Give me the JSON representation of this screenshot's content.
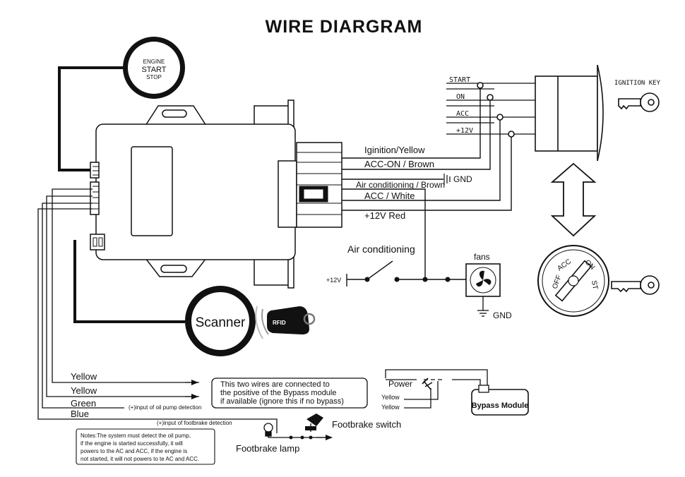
{
  "title": "WIRE DIARGRAM",
  "start_button": {
    "line1": "ENGINE",
    "line2": "START",
    "line3": "STOP"
  },
  "ignition_key": {
    "label": "IGNITION KEY",
    "terminals": [
      "START",
      "ON",
      "ACC",
      "+12V"
    ],
    "dial": {
      "off": "OFF",
      "acc": "ACC",
      "on": "ON",
      "st": "ST"
    }
  },
  "wires": {
    "ignition": "Iginition/Yellow",
    "acc_on": "ACC-ON / Brown",
    "gnd": "GND",
    "air_conditioning": "Air conditioning / Brown",
    "acc_white": "ACC / White",
    "red": "+12V  Red"
  },
  "ac_circuit": {
    "label": "Air conditioning",
    "v12": "+12V",
    "fans": "fans",
    "gnd": "GND"
  },
  "scanner": {
    "label": "Scanner",
    "rfid": "RFID"
  },
  "bottom_wires": {
    "yellow1": "Yellow",
    "yellow2": "Yellow",
    "green": "Green",
    "blue": "Blue",
    "oil_pump_note": "(+)input of oil pump detection",
    "footbrake_note": "(+)input of footbrake detection"
  },
  "bypass_note": {
    "line1": "This two wires are connected to",
    "line2": "the positive of the Bypass module",
    "line3": "if available (ignore this if no bypass)"
  },
  "bypass": {
    "power": "Power",
    "yellow1": "Yellow",
    "yellow2": "Yellow",
    "module": "Bypass Module"
  },
  "footbrake": {
    "switch": "Footbrake switch",
    "lamp": "Footbrake lamp"
  },
  "notes": {
    "line1": "Notes:The system must detect the oil pump,",
    "line2": "if the engine is started successfully, it will",
    "line3": "powers to the AC and ACC, if the engine is",
    "line4": "not started, it will not powers to te AC and ACC."
  }
}
